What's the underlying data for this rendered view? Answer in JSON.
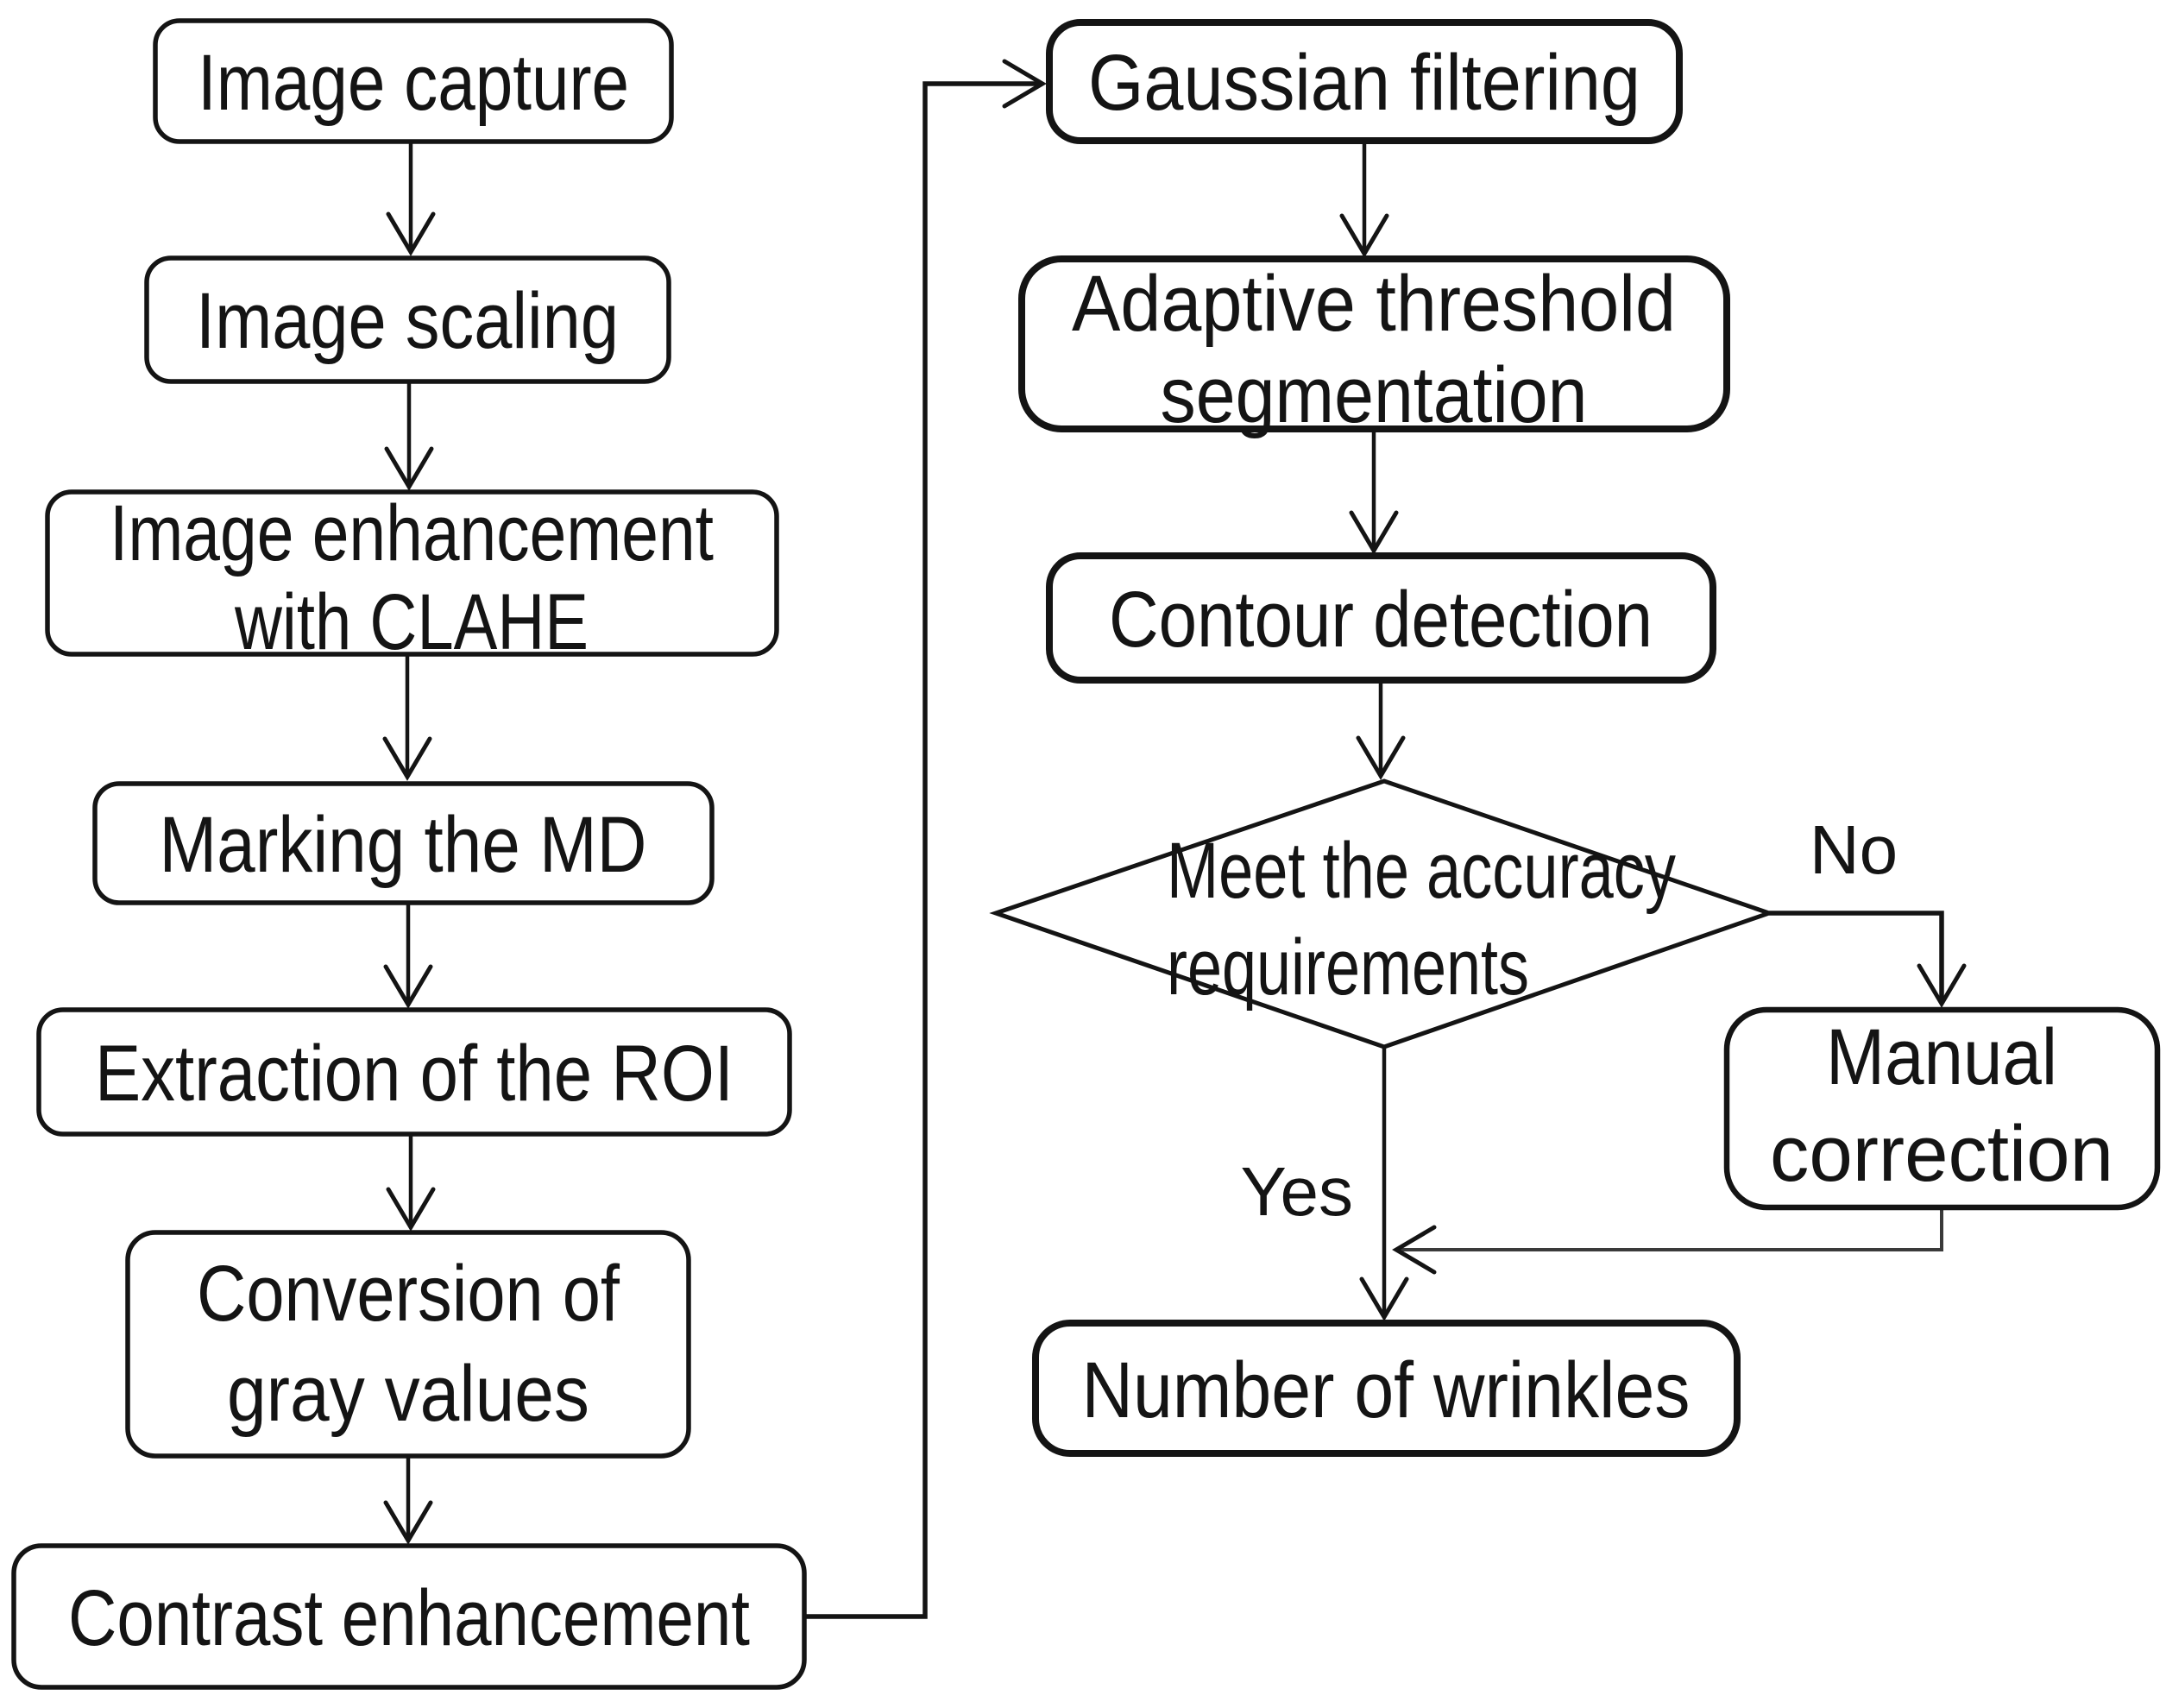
{
  "figure": {
    "background_color": "#ffffff",
    "ink_color": "#141414",
    "type": "flowchart",
    "nodes": {
      "image_capture": {
        "shape": "rounded-rect",
        "label": "Image capture"
      },
      "image_scaling": {
        "shape": "rounded-rect",
        "label": "Image scaling"
      },
      "image_enhancement": {
        "shape": "rounded-rect",
        "lines": [
          "Image enhancement",
          "with CLAHE"
        ]
      },
      "marking_md": {
        "shape": "rounded-rect",
        "label": "Marking the MD"
      },
      "extraction_roi": {
        "shape": "rounded-rect",
        "label": "Extraction of the ROI"
      },
      "conversion_gray": {
        "shape": "rounded-rect",
        "lines": [
          "Conversion of",
          "gray values"
        ]
      },
      "contrast_enhancement": {
        "shape": "rounded-rect",
        "label": "Contrast enhancement"
      },
      "gaussian_filtering": {
        "shape": "rounded-rect",
        "label": "Gaussian filtering"
      },
      "adaptive_threshold": {
        "shape": "rounded-rect",
        "lines": [
          "Adaptive threshold",
          "segmentation"
        ]
      },
      "contour_detection": {
        "shape": "rounded-rect",
        "label": "Contour detection"
      },
      "accuracy_decision": {
        "shape": "diamond",
        "lines": [
          "Meet the accuracy",
          "requirements"
        ]
      },
      "manual_correction": {
        "shape": "rounded-rect",
        "lines": [
          "Manual",
          "correction"
        ]
      },
      "number_wrinkles": {
        "shape": "rounded-rect",
        "label": "Number of wrinkles"
      }
    },
    "edge_labels": {
      "no": "No",
      "yes": "Yes"
    }
  }
}
